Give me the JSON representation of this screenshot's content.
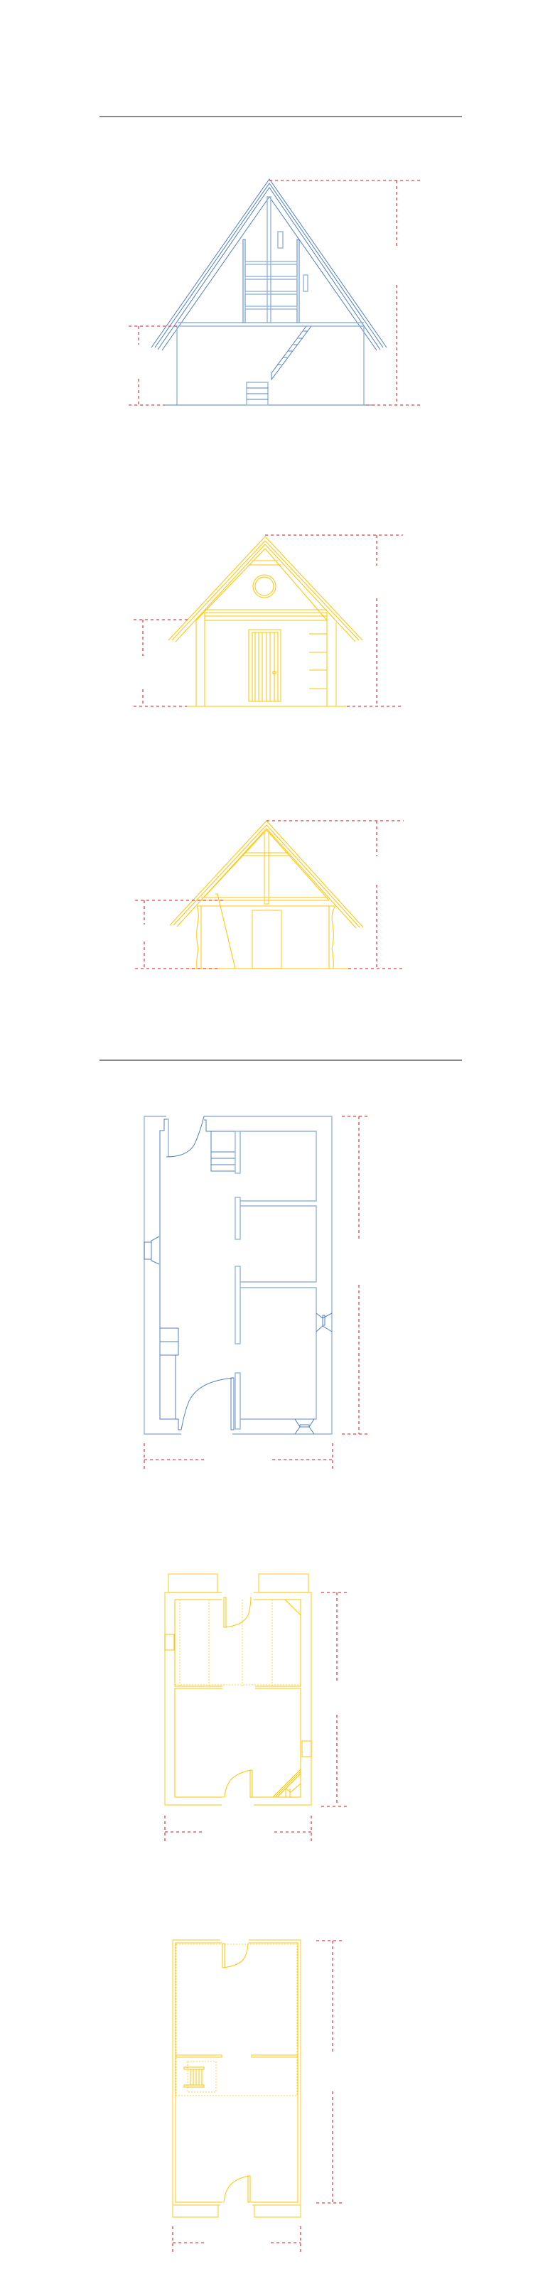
{
  "colors": {
    "section_line": "#4f7fc4",
    "elevation_line": "#ffc400",
    "dimension_line": "#e0404d",
    "divider": "#888888",
    "background": "#ffffff"
  },
  "drawings": [
    {
      "kind": "section",
      "color": "blue"
    },
    {
      "kind": "elevation-front",
      "color": "yellow"
    },
    {
      "kind": "elevation-frame",
      "color": "yellow"
    },
    {
      "kind": "floor-plan",
      "color": "blue"
    },
    {
      "kind": "floor-plan",
      "color": "yellow"
    },
    {
      "kind": "floor-plan",
      "color": "yellow"
    }
  ]
}
